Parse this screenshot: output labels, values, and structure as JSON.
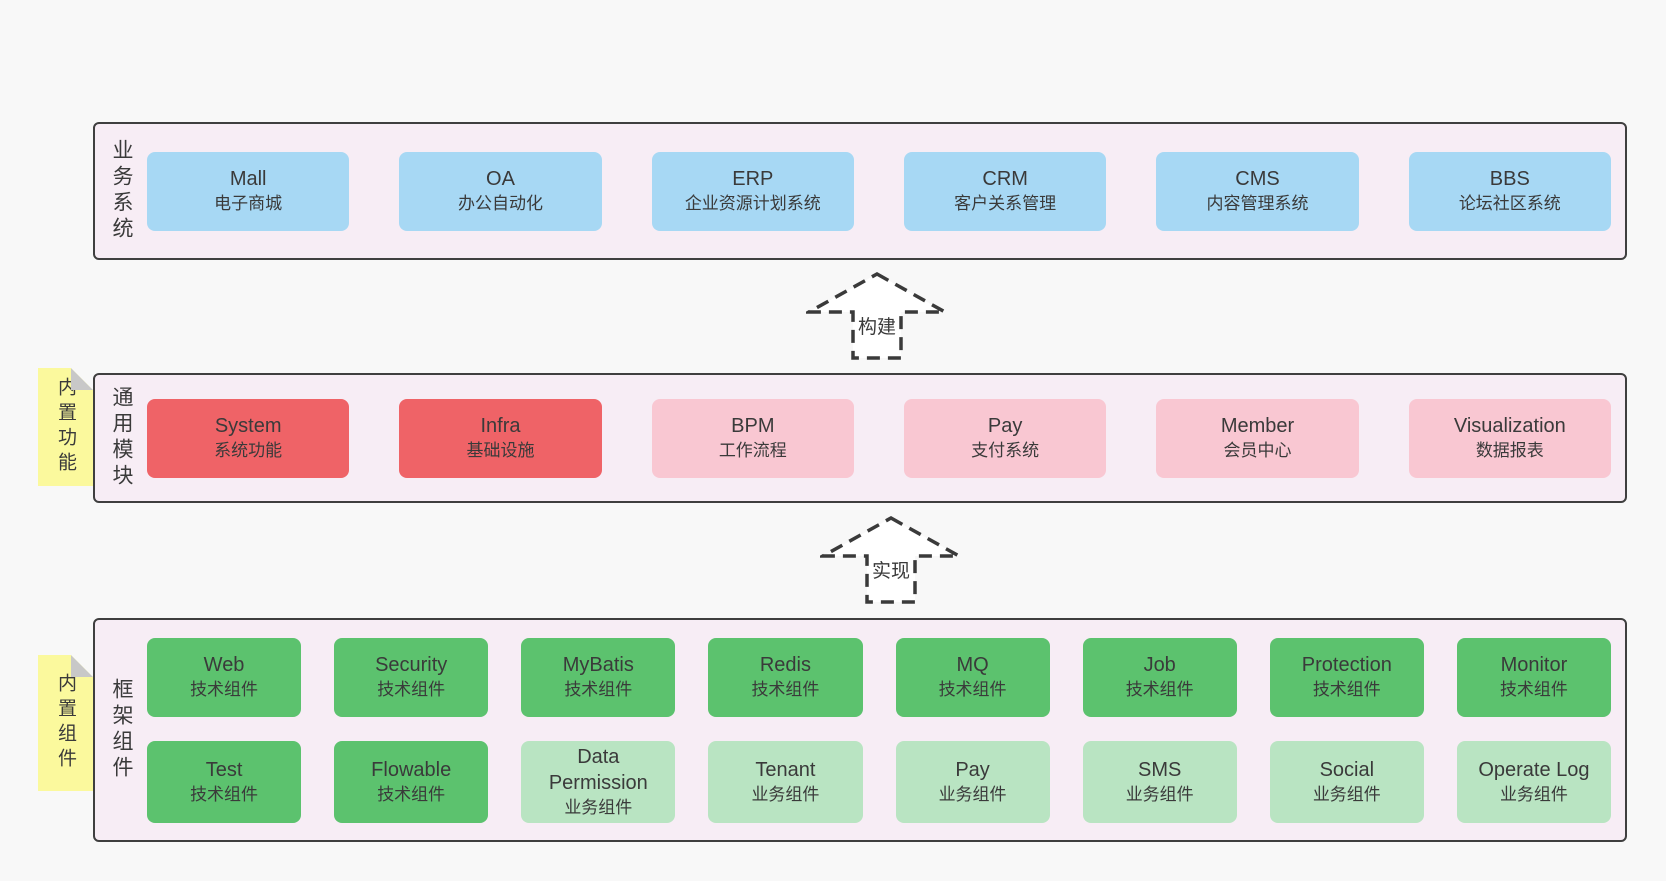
{
  "diagram": {
    "title_hint": "software architecture layers",
    "layers": {
      "business": {
        "label": "业务系统",
        "boxes": [
          {
            "en": "Mall",
            "zh": "电子商城",
            "variant": "blue"
          },
          {
            "en": "OA",
            "zh": "办公自动化",
            "variant": "blue"
          },
          {
            "en": "ERP",
            "zh": "企业资源计划系统",
            "variant": "blue"
          },
          {
            "en": "CRM",
            "zh": "客户关系管理",
            "variant": "blue"
          },
          {
            "en": "CMS",
            "zh": "内容管理系统",
            "variant": "blue"
          },
          {
            "en": "BBS",
            "zh": "论坛社区系统",
            "variant": "blue"
          }
        ]
      },
      "modules": {
        "label": "通用模块",
        "sticky": "内置功能",
        "boxes": [
          {
            "en": "System",
            "zh": "系统功能",
            "variant": "red"
          },
          {
            "en": "Infra",
            "zh": "基础设施",
            "variant": "red"
          },
          {
            "en": "BPM",
            "zh": "工作流程",
            "variant": "pink"
          },
          {
            "en": "Pay",
            "zh": "支付系统",
            "variant": "pink"
          },
          {
            "en": "Member",
            "zh": "会员中心",
            "variant": "pink"
          },
          {
            "en": "Visualization",
            "zh": "数据报表",
            "variant": "pink"
          }
        ]
      },
      "components": {
        "label": "框架组件",
        "sticky": "内置组件",
        "row1": [
          {
            "en": "Web",
            "zh": "技术组件",
            "variant": "green"
          },
          {
            "en": "Security",
            "zh": "技术组件",
            "variant": "green"
          },
          {
            "en": "MyBatis",
            "zh": "技术组件",
            "variant": "green"
          },
          {
            "en": "Redis",
            "zh": "技术组件",
            "variant": "green"
          },
          {
            "en": "MQ",
            "zh": "技术组件",
            "variant": "green"
          },
          {
            "en": "Job",
            "zh": "技术组件",
            "variant": "green"
          },
          {
            "en": "Protection",
            "zh": "技术组件",
            "variant": "green"
          },
          {
            "en": "Monitor",
            "zh": "技术组件",
            "variant": "green"
          }
        ],
        "row2": [
          {
            "en": "Test",
            "zh": "技术组件",
            "variant": "green"
          },
          {
            "en": "Flowable",
            "zh": "技术组件",
            "variant": "green"
          },
          {
            "en": "Data Permission",
            "zh": "业务组件",
            "variant": "lightgreen"
          },
          {
            "en": "Tenant",
            "zh": "业务组件",
            "variant": "lightgreen"
          },
          {
            "en": "Pay",
            "zh": "业务组件",
            "variant": "lightgreen"
          },
          {
            "en": "SMS",
            "zh": "业务组件",
            "variant": "lightgreen"
          },
          {
            "en": "Social",
            "zh": "业务组件",
            "variant": "lightgreen"
          },
          {
            "en": "Operate Log",
            "zh": "业务组件",
            "variant": "lightgreen"
          }
        ]
      }
    },
    "arrows": [
      {
        "label": "构建"
      },
      {
        "label": "实现"
      }
    ],
    "colors": {
      "page_bg": "#f8f8f8",
      "container_bg": "#f7edf5",
      "container_border": "#3f3f3f",
      "blue": "#a7d8f4",
      "red": "#ef6367",
      "pink": "#f9c7d2",
      "green": "#5cc26e",
      "green_light": "#b9e4c2",
      "sticky_yellow": "#fbf99d",
      "sticky_fold": "#c8c8c8",
      "text": "#3a3a3a"
    }
  }
}
